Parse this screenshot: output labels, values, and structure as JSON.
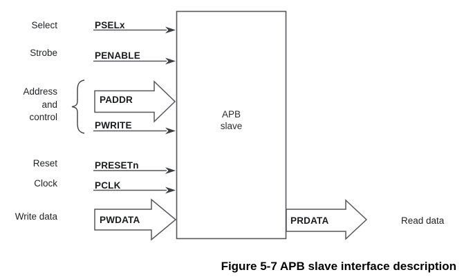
{
  "caption": "Figure 5-7 APB slave interface description",
  "block": {
    "title_line1": "APB",
    "title_line2": "slave"
  },
  "labels": {
    "select": "Select",
    "strobe": "Strobe",
    "address_line1": "Address",
    "address_line2": "and",
    "address_line3": "control",
    "reset": "Reset",
    "clock": "Clock",
    "write_data": "Write data",
    "read_data": "Read data"
  },
  "signals": {
    "pselx": "PSELx",
    "penable": "PENABLE",
    "paddr": "PADDR",
    "pwrite": "PWRITE",
    "presetn": "PRESETn",
    "pclk": "PCLK",
    "pwdata": "PWDATA",
    "prdata": "PRDATA"
  },
  "colors": {
    "line_stroke": "#56575a",
    "text": "#1f2022",
    "caption_text": "#000000",
    "background": "#ffffff"
  },
  "connections": {
    "block_name": "APB slave",
    "inputs": [
      {
        "signal": "PSELx",
        "meaning": "Select",
        "style": "wire"
      },
      {
        "signal": "PENABLE",
        "meaning": "Strobe",
        "style": "wire"
      },
      {
        "signal": "PADDR",
        "meaning": "Address and control",
        "style": "bus"
      },
      {
        "signal": "PWRITE",
        "meaning": "Address and control",
        "style": "wire"
      },
      {
        "signal": "PRESETn",
        "meaning": "Reset",
        "style": "wire"
      },
      {
        "signal": "PCLK",
        "meaning": "Clock",
        "style": "wire"
      },
      {
        "signal": "PWDATA",
        "meaning": "Write data",
        "style": "bus"
      }
    ],
    "outputs": [
      {
        "signal": "PRDATA",
        "meaning": "Read data",
        "style": "bus"
      }
    ]
  }
}
